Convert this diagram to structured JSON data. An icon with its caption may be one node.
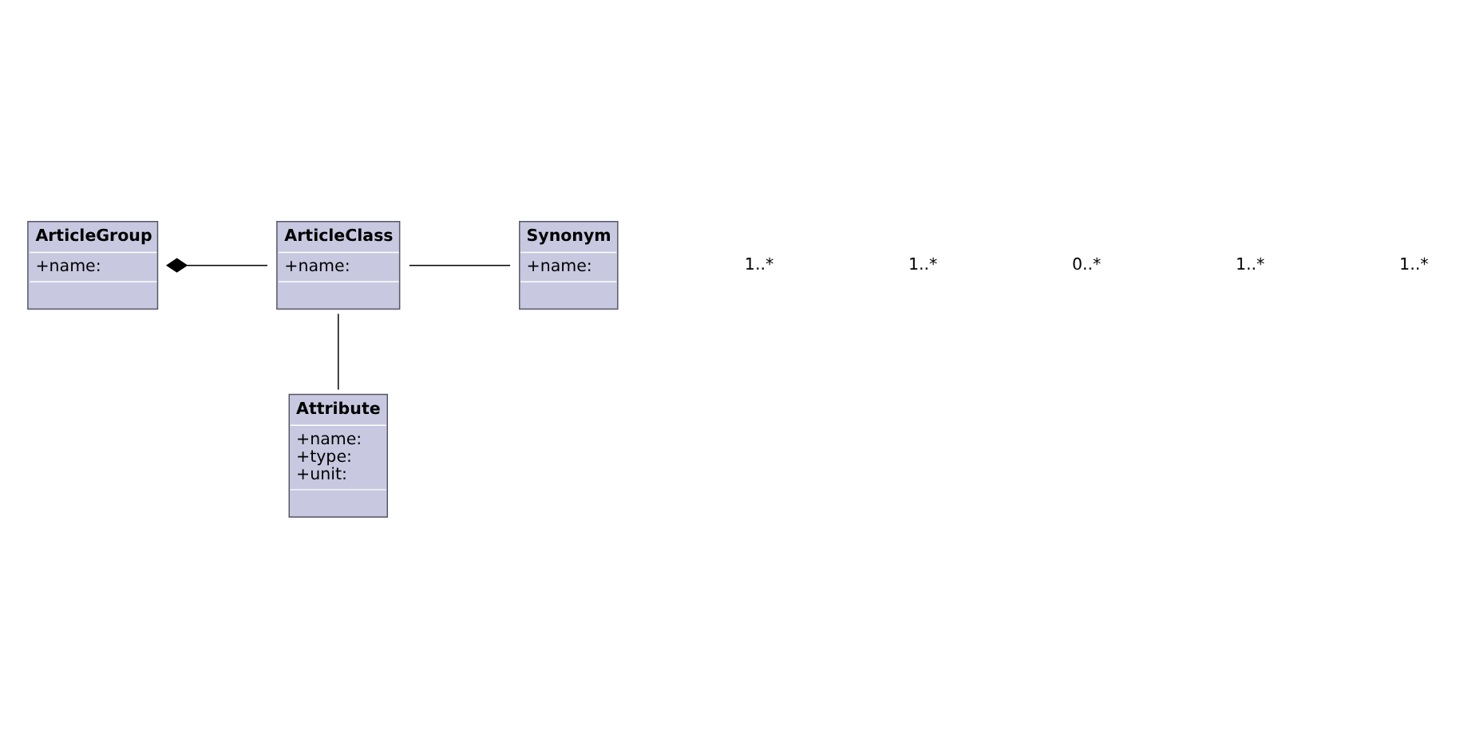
{
  "diagram": {
    "nodes": [
      {
        "text": [
          "ArticleGroup",
          "+name:"
        ]
      },
      {
        "text": [
          "ArticleClass",
          "+name:"
        ]
      },
      {
        "text": [
          "Synonym",
          "+name:"
        ]
      },
      {
        "text": [
          "Attribute",
          "+name:",
          "+type:",
          "+unit:"
        ]
      }
    ],
    "edges": [
      {
        "from": 0,
        "to": 1,
        "arrow": "other"
      },
      {
        "from": 1,
        "to": 2,
        "arrow": "none"
      },
      {
        "from": 1,
        "to": 3,
        "arrow": "none"
      }
    ],
    "labels": [
      "1..*",
      "1..*",
      "0..*",
      "1..*",
      "1..*"
    ]
  }
}
